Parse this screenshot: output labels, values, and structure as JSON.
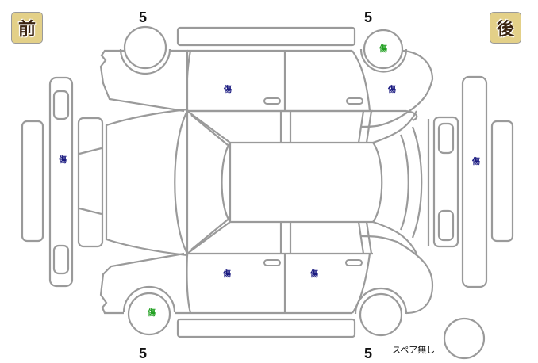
{
  "badges": {
    "front": "前",
    "rear": "後"
  },
  "tire_tread": {
    "front_top": "5",
    "rear_top": "5",
    "front_bottom": "5",
    "rear_bottom": "5"
  },
  "spare": {
    "label": "スペア無し"
  },
  "damage_marks": [
    {
      "label": "傷",
      "location": "rear-right-wheel",
      "color": "#22a022"
    },
    {
      "label": "傷",
      "location": "front-right-door",
      "color": "#1a1a80"
    },
    {
      "label": "傷",
      "location": "rear-right-quarter-panel",
      "color": "#1a1a80"
    },
    {
      "label": "傷",
      "location": "front-bumper",
      "color": "#1a1a80"
    },
    {
      "label": "傷",
      "location": "rear-bumper",
      "color": "#1a1a80"
    },
    {
      "label": "傷",
      "location": "front-left-door",
      "color": "#1a1a80"
    },
    {
      "label": "傷",
      "location": "rear-left-door",
      "color": "#1a1a80"
    },
    {
      "label": "傷",
      "location": "front-left-wheel",
      "color": "#22a022"
    }
  ],
  "colors": {
    "badge_bg": "#e3d088",
    "outline": "#9a9a9a",
    "damage_blue": "#1a1a80",
    "damage_green": "#22a022"
  }
}
